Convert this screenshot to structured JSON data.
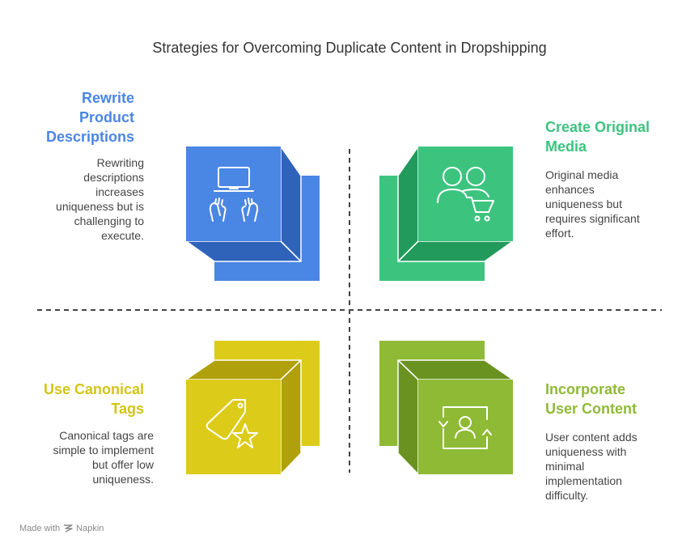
{
  "title": "Strategies for Overcoming Duplicate Content in Dropshipping",
  "colors": {
    "blue": "#4a86e4",
    "blue_dark": "#2f63b9",
    "green": "#3cc47f",
    "green_dark": "#229a5c",
    "yellow": "#dccb18",
    "yellow_dark": "#b0a00b",
    "olive": "#8fba35",
    "olive_dark": "#6a9220"
  },
  "quadrants": [
    {
      "id": "rewrite",
      "heading_lines": [
        "Rewrite",
        "Product",
        "Descriptions"
      ],
      "description_lines": [
        "Rewriting",
        "descriptions",
        "increases",
        "uniqueness but is",
        "challenging to",
        "execute."
      ],
      "icon": "laptop-typing-icon"
    },
    {
      "id": "media",
      "heading_lines": [
        "Create Original",
        "Media"
      ],
      "description_lines": [
        "Original media",
        "enhances",
        "uniqueness but",
        "requires significant",
        "effort."
      ],
      "icon": "users-cart-icon"
    },
    {
      "id": "canonical",
      "heading_lines": [
        "Use Canonical",
        "Tags"
      ],
      "description_lines": [
        "Canonical tags are",
        "simple to implement",
        "but offer low",
        "uniqueness."
      ],
      "icon": "tag-star-icon"
    },
    {
      "id": "user",
      "heading_lines": [
        "Incorporate",
        "User Content"
      ],
      "description_lines": [
        "User content adds",
        "uniqueness with",
        "minimal",
        "implementation",
        "difficulty."
      ],
      "icon": "user-refresh-icon"
    }
  ],
  "footer": {
    "made_with": "Made with",
    "brand": "Napkin"
  }
}
